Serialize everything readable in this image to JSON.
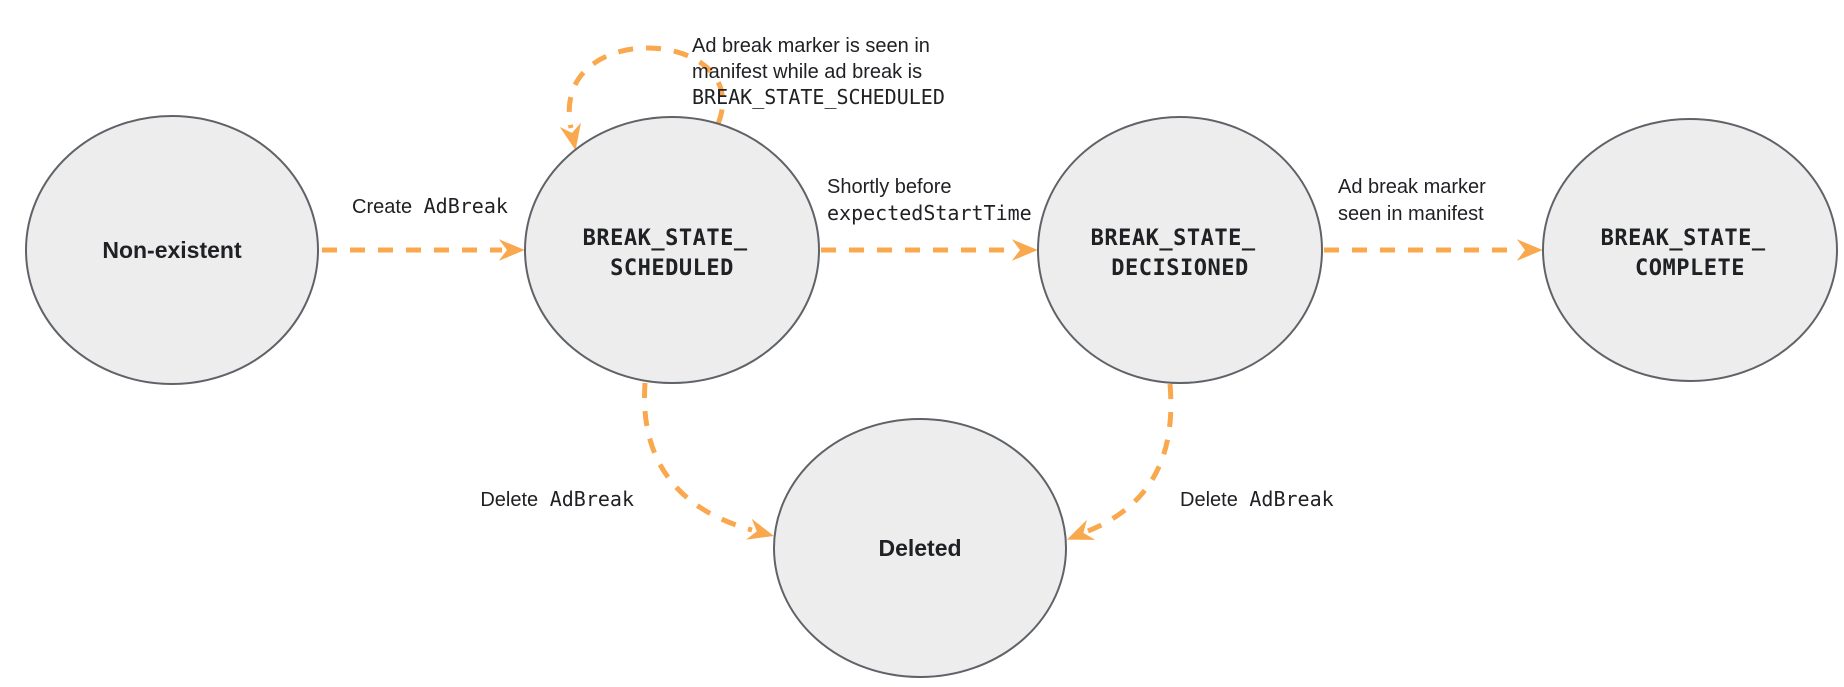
{
  "diagram": {
    "colors": {
      "arrow": "#F9A84D",
      "node_fill": "#EDEDED",
      "node_border": "#5F6368",
      "label_text": "#202124"
    },
    "nodes": {
      "non_existent": {
        "label": "Non-existent"
      },
      "scheduled": {
        "line1": "BREAK_STATE_",
        "line2": "SCHEDULED"
      },
      "decisioned": {
        "line1": "BREAK_STATE_",
        "line2": "DECISIONED"
      },
      "complete": {
        "line1": "BREAK_STATE_",
        "line2": "COMPLETE"
      },
      "deleted": {
        "label": "Deleted"
      }
    },
    "edges": {
      "create_adbreak": {
        "text": "Create",
        "code": "AdBreak"
      },
      "self_loop": {
        "line1": "Ad break marker is seen in",
        "line2": "manifest while ad break is",
        "code": "BREAK_STATE_SCHEDULED"
      },
      "shortly_before": {
        "text": "Shortly before",
        "code": "expectedStartTime"
      },
      "marker_seen": {
        "line1": "Ad break marker",
        "line2": "seen in manifest"
      },
      "delete_left": {
        "text": "Delete",
        "code": "AdBreak"
      },
      "delete_right": {
        "text": "Delete",
        "code": "AdBreak"
      }
    }
  }
}
